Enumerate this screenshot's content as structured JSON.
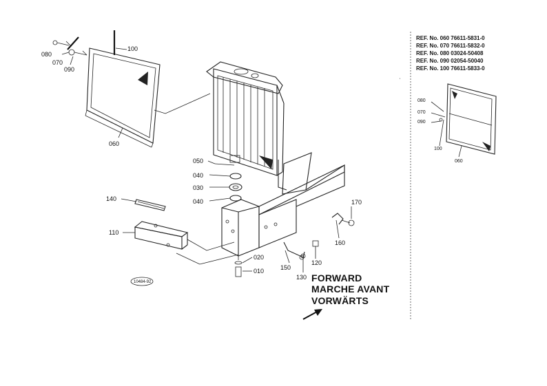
{
  "labels": {
    "p010": "010",
    "p020": "020",
    "p030": "030",
    "p040a": "040",
    "p040b": "040",
    "p050": "050",
    "p060": "060",
    "p070": "070",
    "p080": "080",
    "p090": "090",
    "p100": "100",
    "p110": "110",
    "p120": "120",
    "p130": "130",
    "p140": "140",
    "p150": "150",
    "p160": "160",
    "p170": "170"
  },
  "stamp": "10484-92",
  "direction": {
    "line1": "FORWARD",
    "line2": "MARCHE AVANT",
    "line3": "VORWÄRTS"
  },
  "references": [
    "REF. No. 060 76611-5831-0",
    "REF. No. 070 76611-5832-0",
    "REF. No. 080 03024-50408",
    "REF. No. 090 02054-50040",
    "REF. No. 100 76611-5833-0"
  ],
  "inset_labels": {
    "p080": "080",
    "p070": "070",
    "p090": "090",
    "p100": "100",
    "p060": "060"
  }
}
